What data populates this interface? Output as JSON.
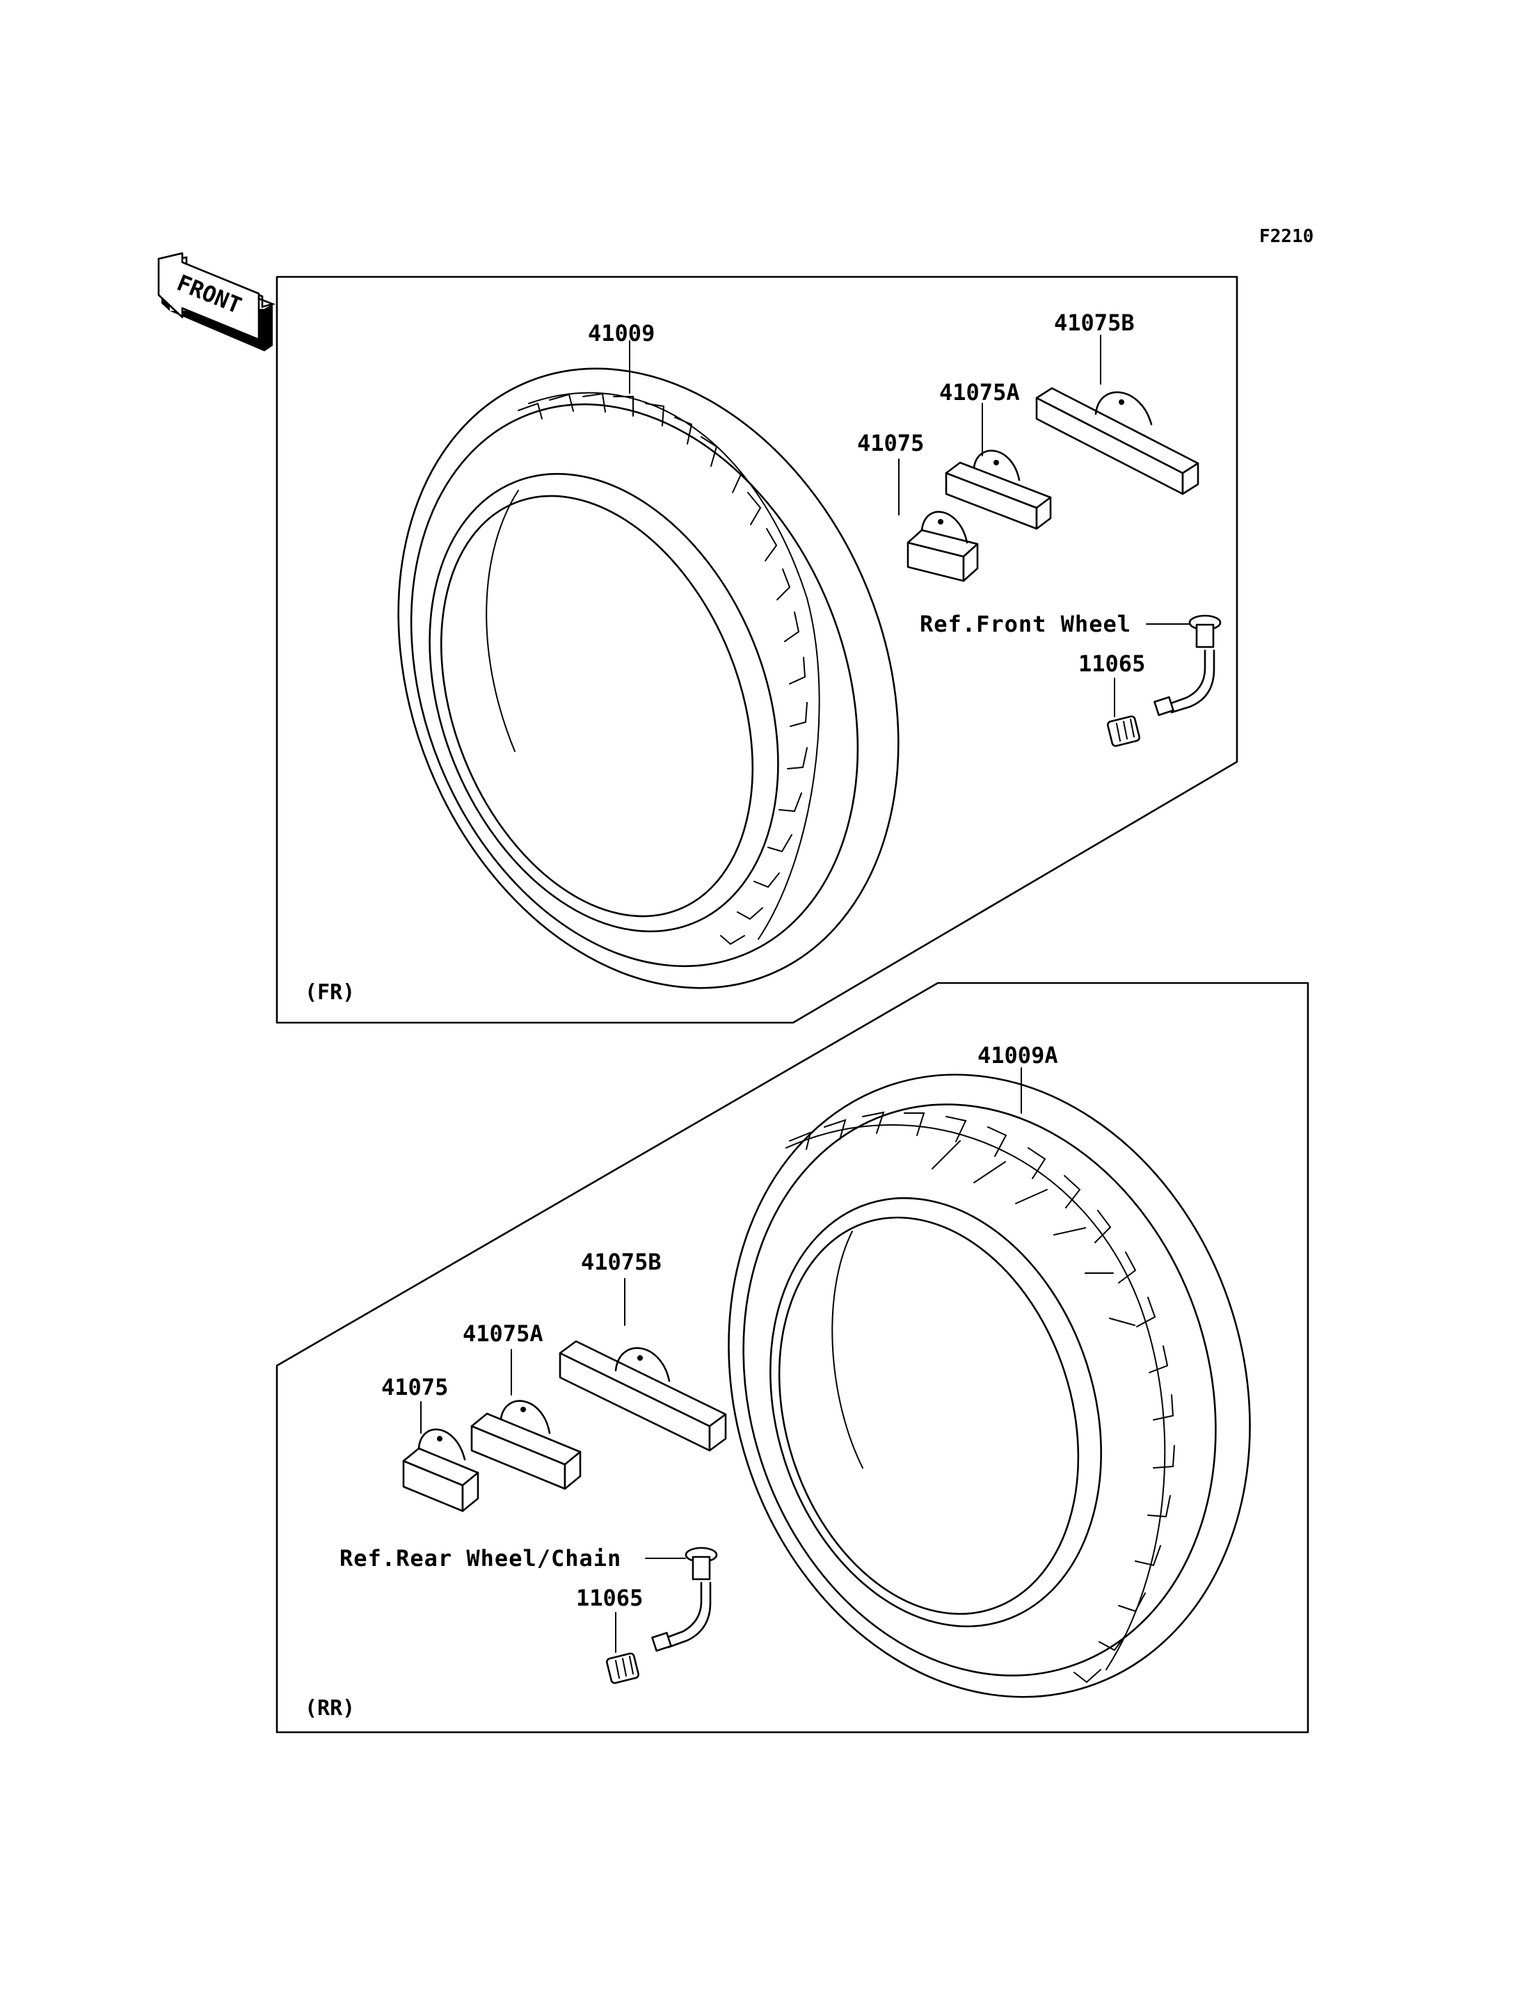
{
  "figure_code": "F2210",
  "front_arrow_label": "FRONT",
  "front_section": {
    "label": "(FR)",
    "tire": "41009",
    "weights": [
      "41075",
      "41075A",
      "41075B"
    ],
    "valve_ref": "Ref.Front Wheel",
    "valve_cap": "11065"
  },
  "rear_section": {
    "label": "(RR)",
    "tire": "41009A",
    "weights": [
      "41075",
      "41075A",
      "41075B"
    ],
    "valve_ref": "Ref.Rear Wheel/Chain",
    "valve_cap": "11065"
  }
}
